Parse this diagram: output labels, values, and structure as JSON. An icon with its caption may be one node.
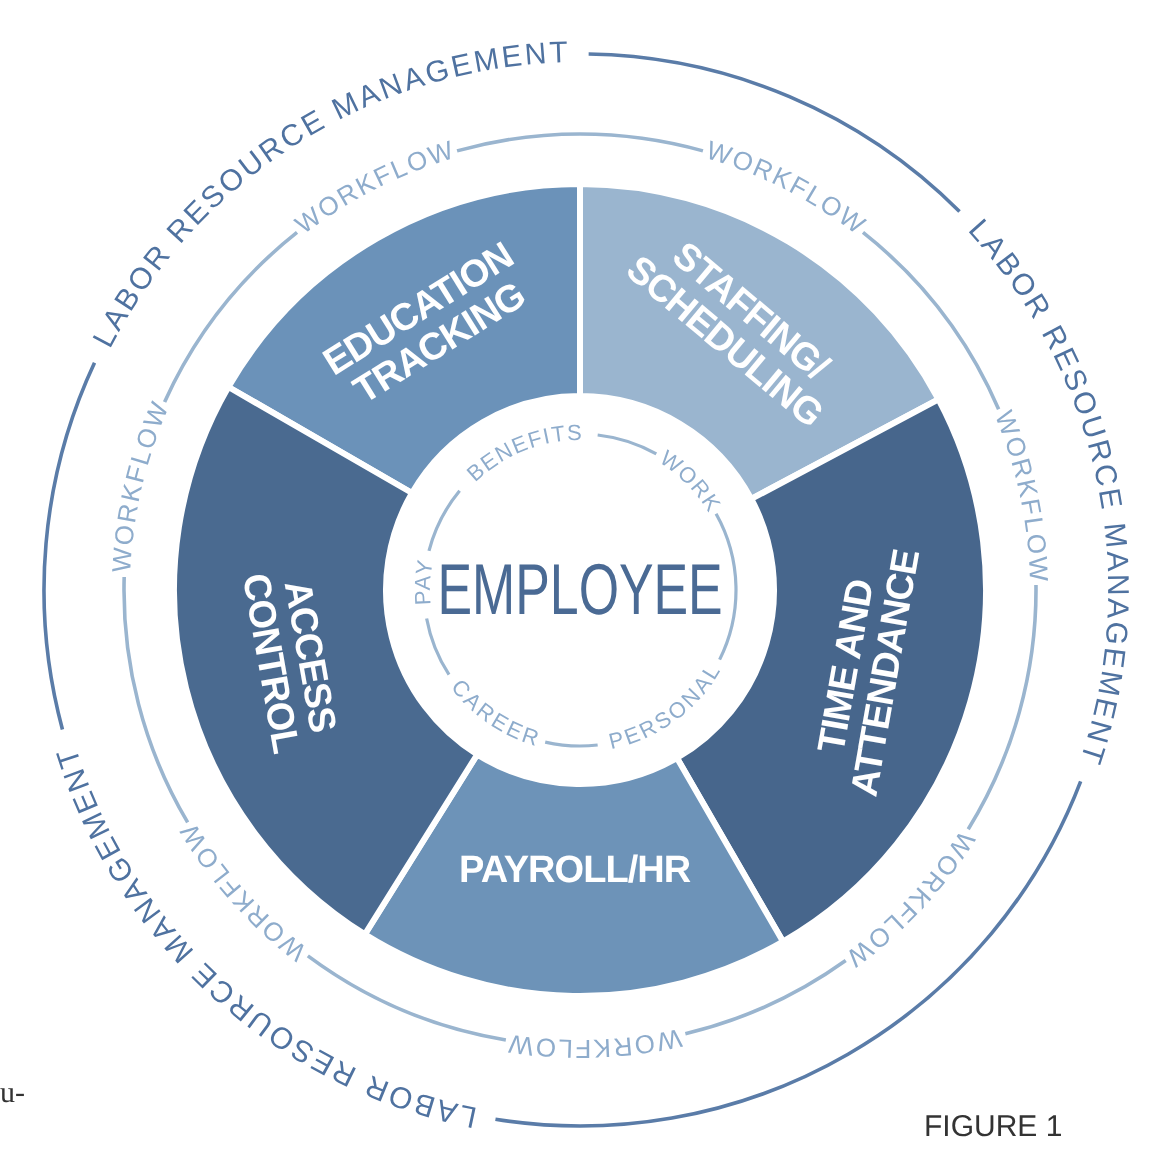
{
  "diagram": {
    "nodes": [
      {
        "text": [
          "EDUCATION TRACKING"
        ]
      },
      {
        "text": [
          "STAFFING/ SCHEDULING"
        ]
      },
      {
        "text": [
          "TIME AND ATTENDANCE"
        ]
      },
      {
        "text": [
          "PAYROLL/HR"
        ]
      },
      {
        "text": [
          "ACCESS CONTROL"
        ]
      },
      {
        "text": [
          "EMPLOYEE"
        ]
      }
    ],
    "labels": [
      "LABOR RESOURCE MANAGEMENT",
      "LABOR RESOURCE MANAGEMENT",
      "LABOR RESOURCE MANAGEMENT",
      "WORKFLOW",
      "WORKFLOW",
      "WORKFLOW",
      "WORKFLOW",
      "WORKFLOW",
      "WORKFLOW",
      "WORKFLOW",
      "BENEFITS",
      "WORK",
      "PERSONAL",
      "CAREER",
      "PAY",
      "u-",
      "FIGURE 1"
    ]
  }
}
